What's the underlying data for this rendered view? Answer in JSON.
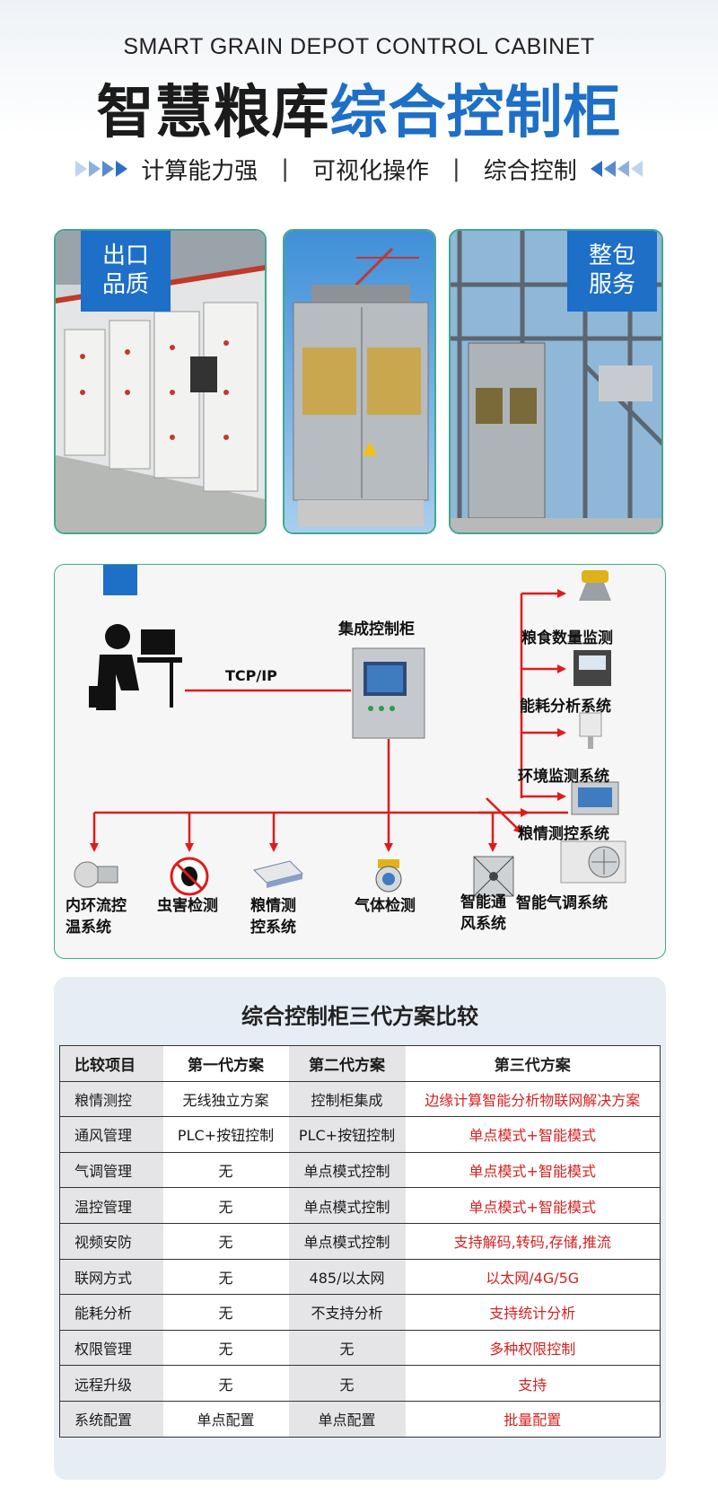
{
  "header": {
    "en_title": "SMART GRAIN DEPOT CONTROL CABINET",
    "cn_title_dark": "智慧粮库",
    "cn_title_blue": "综合控制柜",
    "tagline": [
      "计算能力强",
      "可视化操作",
      "综合控制"
    ],
    "separator": "|"
  },
  "photos": {
    "left_badge": [
      "出口",
      "品质"
    ],
    "right_badge": [
      "整包",
      "服务"
    ]
  },
  "diagram": {
    "cabinet_label": "集成控制柜",
    "link_label": "TCP/IP",
    "right_systems": [
      "粮食数量监测",
      "能耗分析系统",
      "环境监测系统",
      "粮情测控系统",
      "智能气调系统"
    ],
    "bottom_systems": [
      [
        "内环流控",
        "温系统"
      ],
      [
        "虫害检测"
      ],
      [
        "粮情测",
        "控系统"
      ],
      [
        "气体检测"
      ],
      [
        "智能通",
        "风系统"
      ]
    ],
    "colors": {
      "arrow": "#e01b1b",
      "frame": "#3fa98f"
    }
  },
  "comparison": {
    "title": "综合控制柜三代方案比较",
    "headers": [
      "比较项目",
      "第一代方案",
      "第二代方案",
      "第三代方案"
    ],
    "rows": [
      [
        "粮情测控",
        "无线独立方案",
        "控制柜集成",
        "边缘计算智能分析物联网解决方案"
      ],
      [
        "通风管理",
        "PLC+按钮控制",
        "PLC+按钮控制",
        "单点模式+智能模式"
      ],
      [
        "气调管理",
        "无",
        "单点模式控制",
        "单点模式+智能模式"
      ],
      [
        "温控管理",
        "无",
        "单点模式控制",
        "单点模式+智能模式"
      ],
      [
        "视频安防",
        "无",
        "单点模式控制",
        "支持解码,转码,存储,推流"
      ],
      [
        "联网方式",
        "无",
        "485/以太网",
        "以太网/4G/5G"
      ],
      [
        "能耗分析",
        "无",
        "不支持分析",
        "支持统计分析"
      ],
      [
        "权限管理",
        "无",
        "无",
        "多种权限控制"
      ],
      [
        "远程升级",
        "无",
        "无",
        "支持"
      ],
      [
        "系统配置",
        "单点配置",
        "单点配置",
        "批量配置"
      ]
    ],
    "colors": {
      "highlight": "#d42222",
      "shade": "#e5e5e7"
    }
  }
}
